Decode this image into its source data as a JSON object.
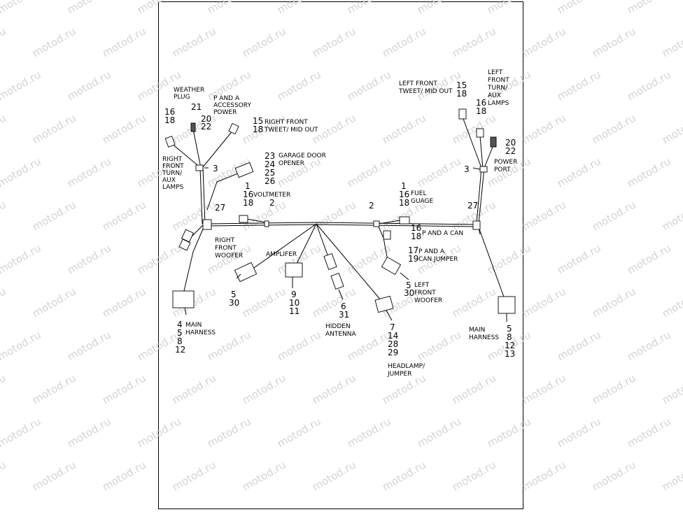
{
  "watermark": "motod.ru",
  "callouts": {
    "weather_plug": {
      "label": [
        "WEATHER",
        "PLUG"
      ],
      "numbers": [
        "21"
      ]
    },
    "p_a_accessory": {
      "label": [
        "P AND A",
        "ACCESSORY",
        "POWER"
      ],
      "numbers": [
        "20",
        "22"
      ]
    },
    "left_16_18": {
      "numbers": [
        "16",
        "18"
      ]
    },
    "right_front_tweet": {
      "label": [
        "RIGHT FRONT",
        "TWEET/ MID OUT"
      ],
      "numbers": [
        "15",
        "18"
      ]
    },
    "right_front_turn": {
      "label": [
        "RIGHT",
        "FRONT",
        "TURN/",
        "AUX",
        "LAMPS"
      ]
    },
    "splice_3_left": {
      "numbers": [
        "3"
      ]
    },
    "garage_door": {
      "label": [
        "GARAGE DOOR",
        "OPENER"
      ],
      "numbers": [
        "23",
        "24",
        "25",
        "26"
      ]
    },
    "voltmeter": {
      "label": [
        "VOLTMETER"
      ],
      "numbers": [
        "1",
        "16",
        "18"
      ]
    },
    "splice_2_left": {
      "numbers": [
        "2"
      ]
    },
    "splice_27_left": {
      "numbers": [
        "27"
      ]
    },
    "right_front_woofer": {
      "label": [
        "RIGHT",
        "FRONT",
        "WOOFER"
      ]
    },
    "amplifier": {
      "label": [
        "AMPLIFER"
      ],
      "numbers": [
        "5",
        "30"
      ]
    },
    "amp_numbers": {
      "numbers": [
        "9",
        "10",
        "11"
      ]
    },
    "hidden_antenna": {
      "label": [
        "HIDDEN",
        "ANTENNA"
      ],
      "numbers": [
        "6",
        "31"
      ]
    },
    "headlamp": {
      "label": [
        "HEADLAMP/",
        "JUMPER"
      ],
      "numbers": [
        "7",
        "14",
        "28",
        "29"
      ]
    },
    "main_harness_left": {
      "label": [
        "MAIN",
        "HARNESS"
      ],
      "numbers": [
        "4",
        "5",
        "8",
        "12"
      ]
    },
    "left_front_tweet": {
      "label": [
        "LEFT FRONT",
        "TWEET/ MID OUT"
      ],
      "numbers": [
        "15",
        "18"
      ]
    },
    "left_front_turn": {
      "label": [
        "LEFT",
        "FRONT",
        "TURN/",
        "AUX",
        "LAMPS"
      ],
      "numbers": [
        "16",
        "18"
      ]
    },
    "power_port": {
      "label": [
        "POWER",
        "PORT"
      ],
      "numbers": [
        "20",
        "22"
      ]
    },
    "splice_3_right": {
      "numbers": [
        "3"
      ]
    },
    "fuel_gauge": {
      "label": [
        "FUEL",
        "GUAGE"
      ],
      "numbers": [
        "1",
        "16",
        "18"
      ]
    },
    "splice_2_right": {
      "numbers": [
        "2"
      ]
    },
    "splice_27_right": {
      "numbers": [
        "27"
      ]
    },
    "p_and_a_can": {
      "label": [
        "P AND A CAN"
      ],
      "numbers": [
        "16",
        "18"
      ]
    },
    "p_and_a_can_jumper": {
      "label": [
        "P AND A",
        "CAN JUMPER"
      ],
      "numbers": [
        "17",
        "19"
      ]
    },
    "left_front_woofer": {
      "label": [
        "LEFT",
        "FRONT",
        "WOOFER"
      ],
      "numbers": [
        "5",
        "30"
      ]
    },
    "main_harness_right": {
      "label": [
        "MAIN",
        "HARNESS"
      ],
      "numbers": [
        "5",
        "8",
        "12",
        "13"
      ]
    }
  }
}
